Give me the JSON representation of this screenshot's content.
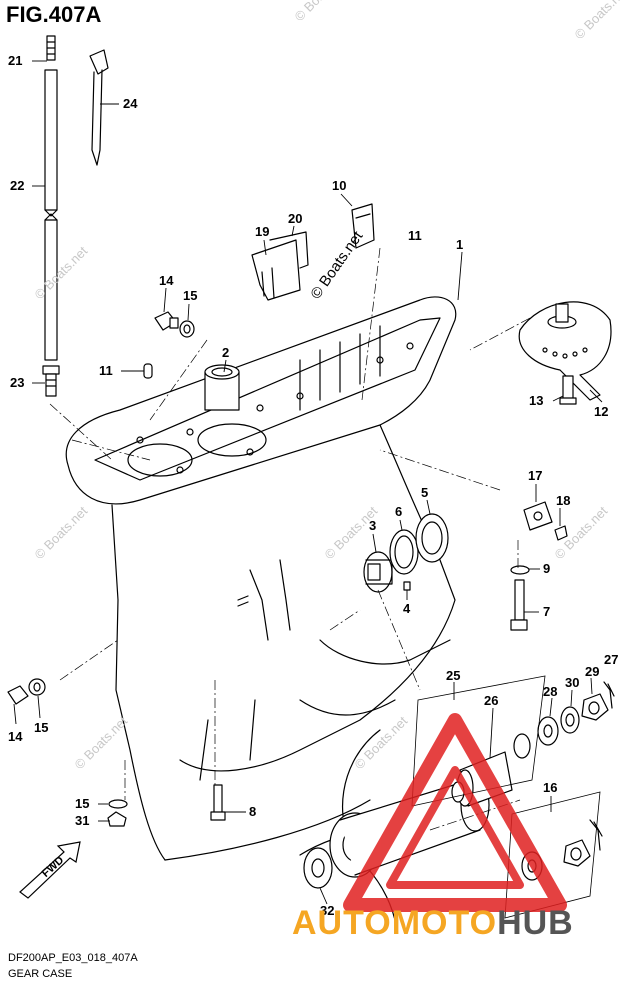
{
  "figure": {
    "title": "FIG.407A",
    "code": "DF200AP_E03_018_407A",
    "caption": "GEAR CASE"
  },
  "watermarks": {
    "main": "© Boats.net",
    "faint": "© Boats.net"
  },
  "brand": {
    "part1": "AUTOMOTO",
    "part2": "HUB",
    "colors": {
      "primary": "#f5a623",
      "secondary": "#555555",
      "triangle": "#e02020"
    }
  },
  "callouts": [
    {
      "id": "1",
      "label": "1"
    },
    {
      "id": "2",
      "label": "2"
    },
    {
      "id": "3",
      "label": "3"
    },
    {
      "id": "4",
      "label": "4"
    },
    {
      "id": "5",
      "label": "5"
    },
    {
      "id": "6",
      "label": "6"
    },
    {
      "id": "7",
      "label": "7"
    },
    {
      "id": "8",
      "label": "8"
    },
    {
      "id": "9",
      "label": "9"
    },
    {
      "id": "10",
      "label": "10"
    },
    {
      "id": "11a",
      "label": "11"
    },
    {
      "id": "11b",
      "label": "11"
    },
    {
      "id": "12",
      "label": "12"
    },
    {
      "id": "13",
      "label": "13"
    },
    {
      "id": "14a",
      "label": "14"
    },
    {
      "id": "14b",
      "label": "14"
    },
    {
      "id": "15a",
      "label": "15"
    },
    {
      "id": "15b",
      "label": "15"
    },
    {
      "id": "15c",
      "label": "15"
    },
    {
      "id": "16",
      "label": "16"
    },
    {
      "id": "17",
      "label": "17"
    },
    {
      "id": "18",
      "label": "18"
    },
    {
      "id": "19",
      "label": "19"
    },
    {
      "id": "20",
      "label": "20"
    },
    {
      "id": "21",
      "label": "21"
    },
    {
      "id": "22",
      "label": "22"
    },
    {
      "id": "23",
      "label": "23"
    },
    {
      "id": "24",
      "label": "24"
    },
    {
      "id": "25",
      "label": "25"
    },
    {
      "id": "26",
      "label": "26"
    },
    {
      "id": "27",
      "label": "27"
    },
    {
      "id": "28",
      "label": "28"
    },
    {
      "id": "29",
      "label": "29"
    },
    {
      "id": "30",
      "label": "30"
    },
    {
      "id": "31",
      "label": "31"
    },
    {
      "id": "32",
      "label": "32"
    }
  ],
  "direction_badge": {
    "label": "FWD",
    "icon": "forward-arrow-icon"
  }
}
